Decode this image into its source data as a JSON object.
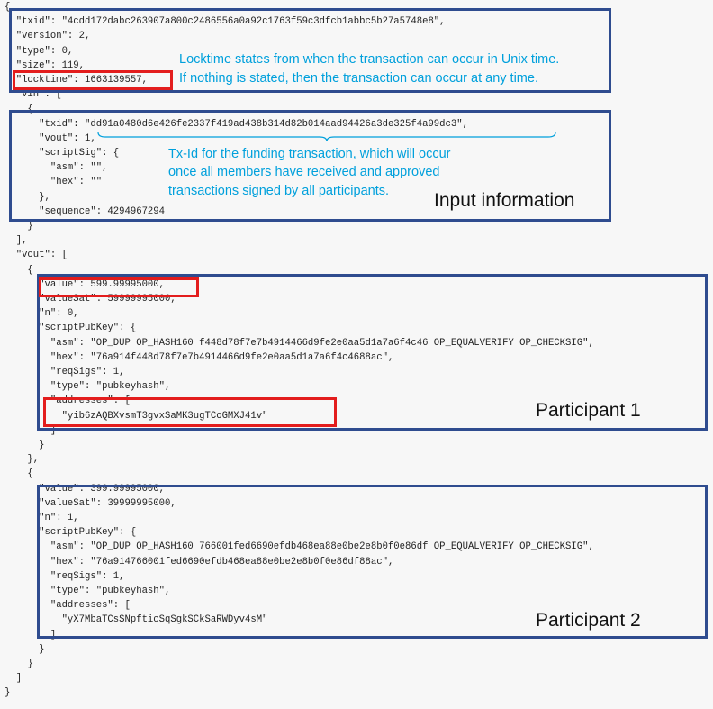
{
  "code": {
    "lines": [
      "{",
      "  \"txid\": \"4cdd172dabc263907a800c2486556a0a92c1763f59c3dfcb1abbc5b27a5748e8\",",
      "  \"version\": 2,",
      "  \"type\": 0,",
      "  \"size\": 119,",
      "  \"locktime\": 1663139557,",
      "  \"vin\": [",
      "    {",
      "      \"txid\": \"dd91a0480d6e426fe2337f419ad438b314d82b014aad94426a3de325f4a99dc3\",",
      "      \"vout\": 1,",
      "      \"scriptSig\": {",
      "        \"asm\": \"\",",
      "        \"hex\": \"\"",
      "      },",
      "      \"sequence\": 4294967294",
      "    }",
      "  ],",
      "  \"vout\": [",
      "    {",
      "      \"value\": 599.99995000,",
      "      \"valueSat\": 59999995000,",
      "      \"n\": 0,",
      "      \"scriptPubKey\": {",
      "        \"asm\": \"OP_DUP OP_HASH160 f448d78f7e7b4914466d9fe2e0aa5d1a7a6f4c46 OP_EQUALVERIFY OP_CHECKSIG\",",
      "        \"hex\": \"76a914f448d78f7e7b4914466d9fe2e0aa5d1a7a6f4c4688ac\",",
      "        \"reqSigs\": 1,",
      "        \"type\": \"pubkeyhash\",",
      "        \"addresses\": [",
      "          \"yib6zAQBXvsmT3gvxSaMK3ugTCoGMXJ41v\"",
      "        ]",
      "      }",
      "    },",
      "    {",
      "      \"value\": 399.99995000,",
      "      \"valueSat\": 39999995000,",
      "      \"n\": 1,",
      "      \"scriptPubKey\": {",
      "        \"asm\": \"OP_DUP OP_HASH160 766001fed6690efdb468ea88e0be2e8b0f0e86df OP_EQUALVERIFY OP_CHECKSIG\",",
      "        \"hex\": \"76a914766001fed6690efdb468ea88e0be2e8b0f0e86df88ac\",",
      "        \"reqSigs\": 1,",
      "        \"type\": \"pubkeyhash\",",
      "        \"addresses\": [",
      "          \"yX7MbaTCsSNpfticSqSgkSCkSaRWDyv4sM\"",
      "        ]",
      "      }",
      "    }",
      "  ]",
      "}"
    ]
  },
  "annotations": {
    "locktime_note_line1": "Locktime states from when the transaction can occur in Unix time.",
    "locktime_note_line2": "If nothing is stated, then the transaction can occur at any time.",
    "txid_note_line1": "Tx-Id for the funding transaction, which will occur",
    "txid_note_line2": "once all members have received and approved",
    "txid_note_line3": "transactions signed by all participants.",
    "input_label": "Input information",
    "participant1_label": "Participant 1",
    "participant2_label": "Participant 2"
  },
  "colors": {
    "box_border": "#2f4c8f",
    "highlight_border": "#e31d1d",
    "annotation_text": "#00a0dc",
    "background": "#f7f7f7"
  }
}
